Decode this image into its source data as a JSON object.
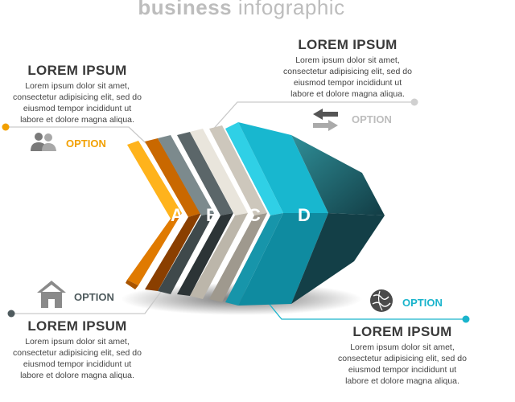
{
  "header": {
    "title_bold": "business",
    "title_light": "infographic"
  },
  "blocks": [
    {
      "heading": "LOREM IPSUM",
      "lines": [
        "Lorem ipsum dolor sit amet,",
        "consectetur adipisicing elit, sed do",
        "eiusmod tempor incididunt ut",
        "labore et dolore magna aliqua."
      ],
      "option": "OPTION",
      "letter": "A",
      "icon": "users-icon",
      "color": "#f2a000"
    },
    {
      "heading": "LOREM IPSUM",
      "lines": [
        "Lorem ipsum dolor sit amet,",
        "consectetur adipisicing elit, sed do",
        "eiusmod tempor incididunt ut",
        "labore et dolore magna aliqua."
      ],
      "option": "OPTION",
      "letter": "B",
      "icon": "home-icon",
      "color": "#4f5b5e"
    },
    {
      "heading": "LOREM IPSUM",
      "lines": [
        "Lorem ipsum dolor sit amet,",
        "consectetur adipisicing elit, sed do",
        "eiusmod tempor incididunt ut",
        "labore et dolore magna aliqua."
      ],
      "option": "OPTION",
      "letter": "C",
      "icon": "swap-arrows-icon",
      "color": "#cfcac0"
    },
    {
      "heading": "LOREM IPSUM",
      "lines": [
        "Lorem ipsum dolor sit amet,",
        "consectetur adipisicing elit, sed do",
        "eiusmod tempor incididunt ut",
        "labore et dolore magna aliqua."
      ],
      "option": "OPTION",
      "letter": "D",
      "icon": "globe-icon",
      "color": "#1ab4cc"
    }
  ]
}
